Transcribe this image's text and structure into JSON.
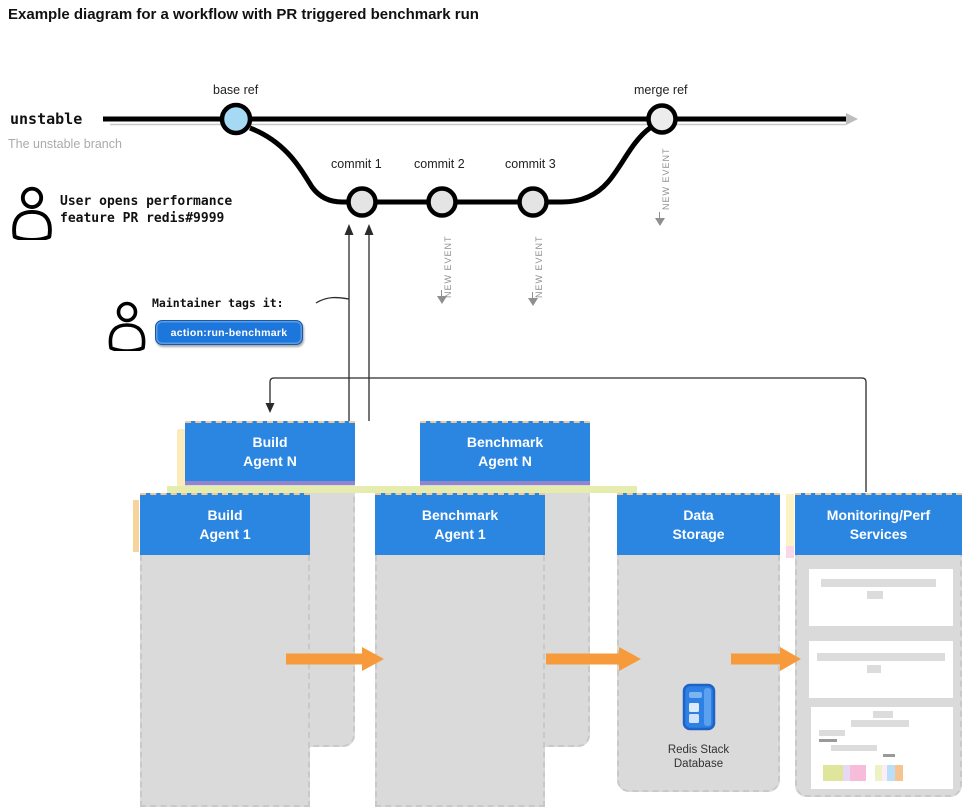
{
  "title": "Example diagram for a workflow with PR triggered benchmark run",
  "git": {
    "branch_name": "unstable",
    "branch_subtitle": "The unstable branch",
    "base_ref": "base ref",
    "merge_ref": "merge ref",
    "commit_1": "commit 1",
    "commit_2": "commit 2",
    "commit_3": "commit 3",
    "new_event": "NEW EVENT"
  },
  "annotations": {
    "user_line1": "User opens performance",
    "user_line2": "feature PR redis#9999",
    "maintainer": "Maintainer tags it:",
    "badge": "action:run-benchmark"
  },
  "cards": {
    "build_agent_n": {
      "line1": "Build",
      "line2": "Agent N"
    },
    "build_agent_1": {
      "line1": "Build",
      "line2": "Agent 1"
    },
    "benchmark_agent_n": {
      "line1": "Benchmark",
      "line2": "Agent N"
    },
    "benchmark_agent_1": {
      "line1": "Benchmark",
      "line2": "Agent 1"
    },
    "data_storage": {
      "line1": "Data",
      "line2": "Storage"
    },
    "monitoring": {
      "line1": "Monitoring/Perf",
      "line2": "Services"
    }
  },
  "storage": {
    "db_line1": "Redis Stack",
    "db_line2": "Database"
  },
  "colors": {
    "header_blue": "#2b86e2",
    "badge_blue": "#1d76db",
    "arrow_orange": "#F79A3B",
    "base_ref_fill": "#A6D9F3",
    "commit_fill": "#E4E4E4",
    "card_body_gray": "#DADADA"
  },
  "monitoring_swatches": [
    {
      "color": "#dfe59a",
      "w": 20
    },
    {
      "color": "#e7d9f5",
      "w": 7
    },
    {
      "color": "#f7bcd9",
      "w": 16
    },
    {
      "color": "#ffffff",
      "w": 9
    },
    {
      "color": "#edf2c3",
      "w": 7
    },
    {
      "color": "#fdeef5",
      "w": 5
    },
    {
      "color": "#b9e0fb",
      "w": 8
    },
    {
      "color": "#f7c491",
      "w": 8
    }
  ]
}
